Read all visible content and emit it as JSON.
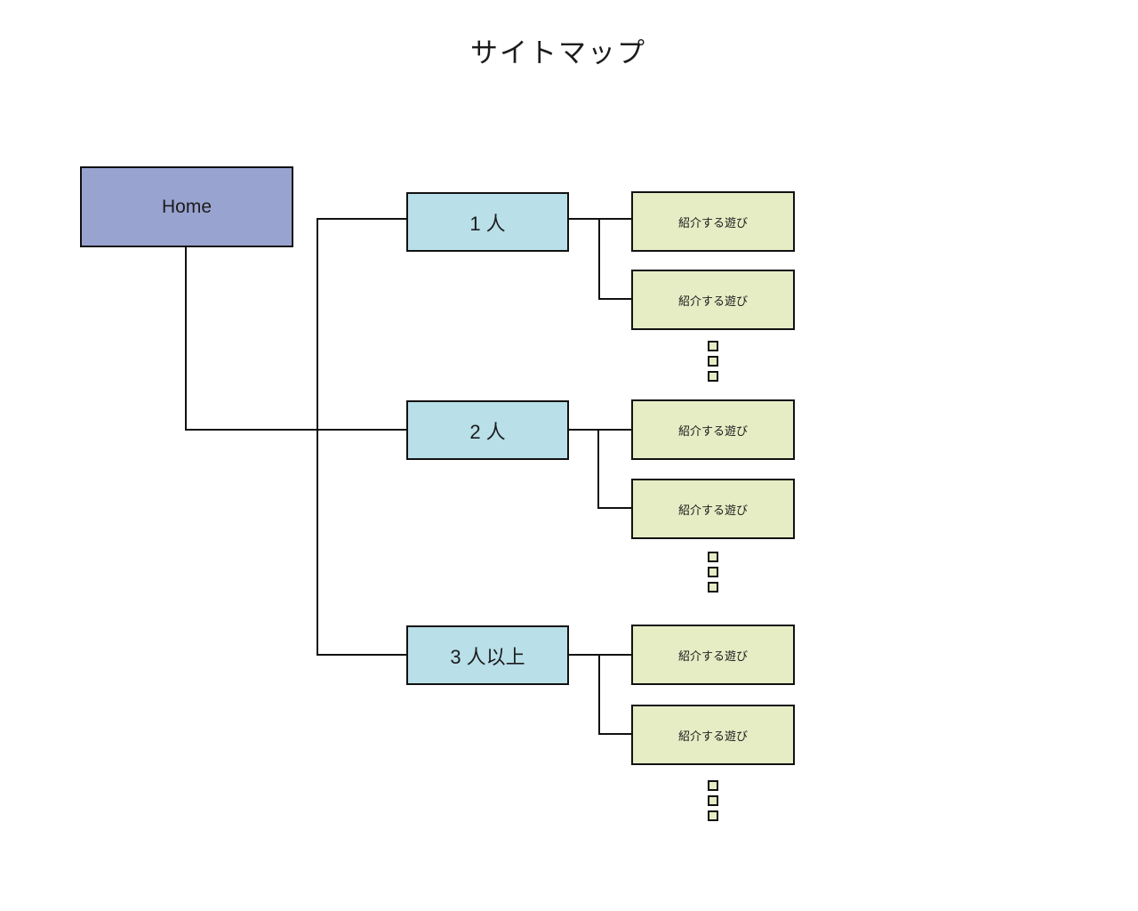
{
  "title": "サイトマップ",
  "home": {
    "label": "Home"
  },
  "groups": [
    {
      "label": "1 人",
      "children": [
        "紹介する遊び",
        "紹介する遊び"
      ]
    },
    {
      "label": "2 人",
      "children": [
        "紹介する遊び",
        "紹介する遊び"
      ]
    },
    {
      "label": "3 人以上",
      "children": [
        "紹介する遊び",
        "紹介する遊び"
      ]
    }
  ],
  "colors": {
    "home_fill": "#99a3d0",
    "category_fill": "#b9dfe9",
    "leaf_fill": "#e6ecc4",
    "line": "#111111",
    "background": "#ffffff"
  }
}
